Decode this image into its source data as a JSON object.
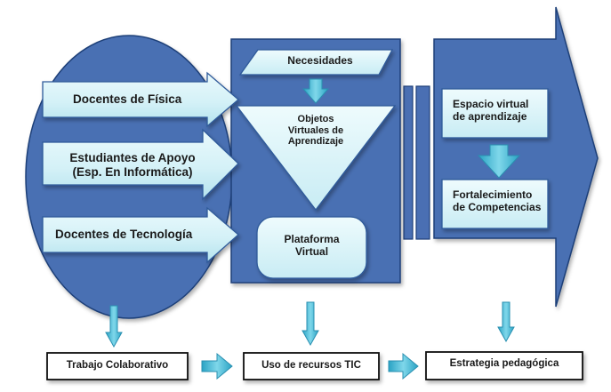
{
  "inputs": {
    "docentes_fisica": "Docentes de Física",
    "estudiantes_line1": "Estudiantes de Apoyo",
    "estudiantes_line2": "(Esp. En Informática)",
    "docentes_tecnologia": "Docentes de Tecnología"
  },
  "center": {
    "necesidades": "Necesidades",
    "objetos_line1": "Objetos",
    "objetos_line2": "Virtuales de",
    "objetos_line3": "Aprendizaje",
    "plataforma_line1": "Plataforma",
    "plataforma_line2": "Virtual"
  },
  "right": {
    "espacio_line1": "Espacio virtual",
    "espacio_line2": "de aprendizaje",
    "fortalecimiento_line1": "Fortalecimiento",
    "fortalecimiento_line2": "de Competencias"
  },
  "bottom": {
    "trabajo": "Trabajo Colaborativo",
    "uso": "Uso de recursos TIC",
    "estrategia": "Estrategia pedagógica"
  },
  "colors": {
    "dark_blue": "#4a6fb3",
    "border_blue": "#1f3f78",
    "light_cyan": "#dcf4f9",
    "cyan_arrow": "#4cc1dc"
  }
}
